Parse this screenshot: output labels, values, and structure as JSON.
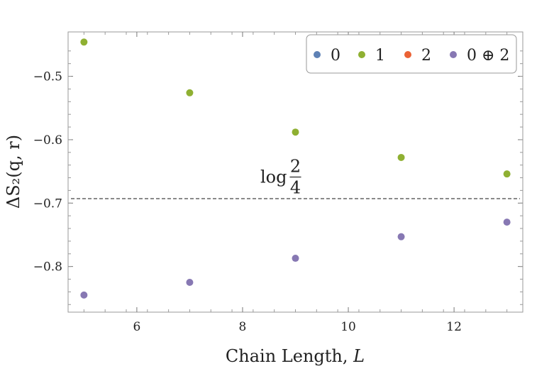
{
  "chart_data": {
    "type": "scatter",
    "xlabel": "Chain Length,",
    "xlabel_var": "L",
    "ylabel": "ΔS₂(q, r)",
    "xlim": [
      4.7,
      13.3
    ],
    "ylim": [
      -0.872,
      -0.43
    ],
    "xticks": [
      6,
      8,
      10,
      12
    ],
    "yticks": [
      -0.5,
      -0.6,
      -0.7,
      -0.8
    ],
    "xtick_labels": [
      "6",
      "8",
      "10",
      "12"
    ],
    "ytick_labels": [
      "−0.5",
      "−0.6",
      "−0.7",
      "−0.8"
    ],
    "grid": false,
    "legend_position": "top-right",
    "series": [
      {
        "name": "0",
        "color": "#5e81b5",
        "x": [],
        "y": []
      },
      {
        "name": "1",
        "color": "#8fb032",
        "x": [
          5,
          7,
          9,
          11,
          13
        ],
        "y": [
          -0.446,
          -0.526,
          -0.588,
          -0.628,
          -0.654
        ]
      },
      {
        "name": "2",
        "color": "#eb6235",
        "x": [],
        "y": []
      },
      {
        "name": "0 ⊕ 2",
        "color": "#8778b3",
        "x": [
          5,
          7,
          9,
          11,
          13
        ],
        "y": [
          -0.845,
          -0.825,
          -0.787,
          -0.753,
          -0.73
        ]
      }
    ],
    "reference_line": {
      "y": -0.693,
      "style": "dashed"
    },
    "annotation": {
      "prefix": "log",
      "numerator": "2",
      "denominator": "4",
      "x": 9,
      "y": -0.66
    }
  }
}
